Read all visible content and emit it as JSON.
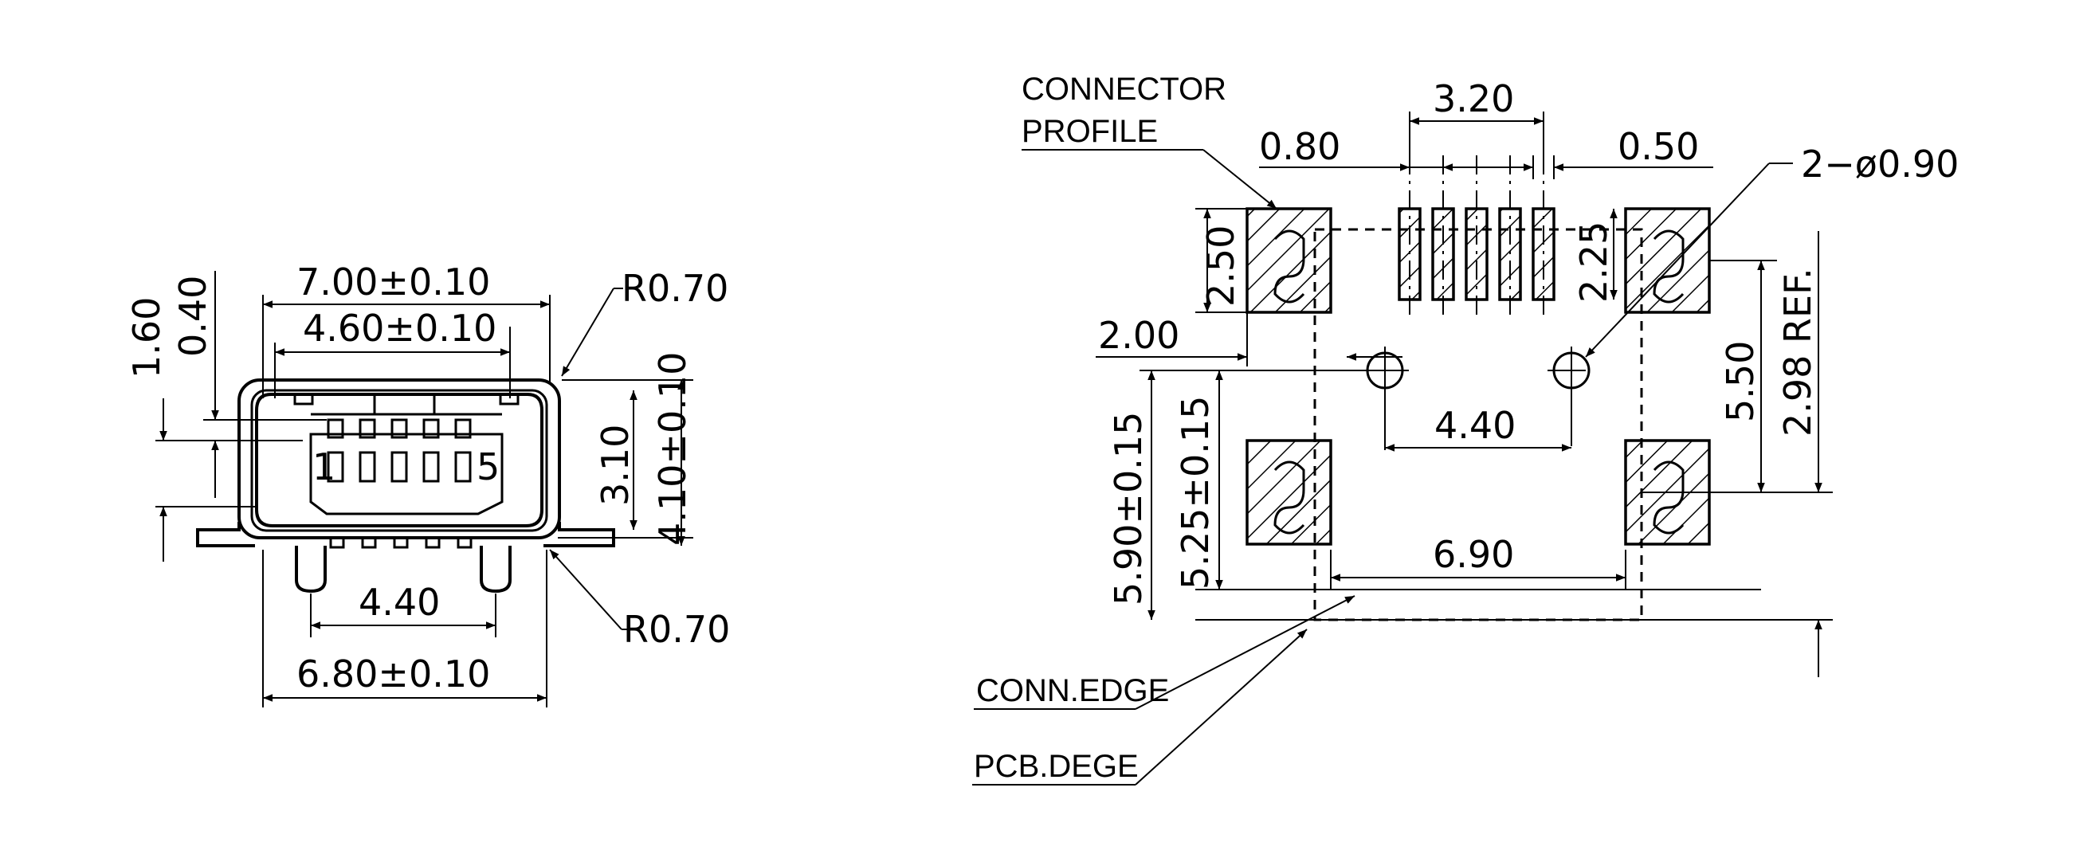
{
  "front_view": {
    "dims": {
      "width_700": "7.00±0.10",
      "width_460": "4.60±0.10",
      "radius_top": "R0.70",
      "radius_bottom": "R0.70",
      "height_160": "1.60",
      "height_040": "0.40",
      "height_310": "3.10",
      "height_410": "4.10±0.10",
      "pitch_440": "4.40",
      "base_680": "6.80±0.10"
    },
    "pin_labels": {
      "first": "1",
      "last": "5"
    }
  },
  "footprint_view": {
    "labels": {
      "connector_profile_line1": "CONNECTOR",
      "connector_profile_line2": "PROFILE",
      "conn_edge": "CONN.EDGE",
      "pcb_edge": "PCB.DEGE"
    },
    "dims": {
      "pin_span_320": "3.20",
      "pad_gap_080": "0.80",
      "pin_width_050": "0.50",
      "hole_dia": "2−ø0.90",
      "pad_height_250": "2.50",
      "pin_length_225": "2.25",
      "hole_offset_200": "2.00",
      "hole_spacing_440": "4.40",
      "pad_spacing_550": "5.50",
      "ref_298": "2.98 REF.",
      "total_590": "5.90±0.15",
      "total_525": "5.25±0.15",
      "pad_span_690": "6.90"
    }
  }
}
